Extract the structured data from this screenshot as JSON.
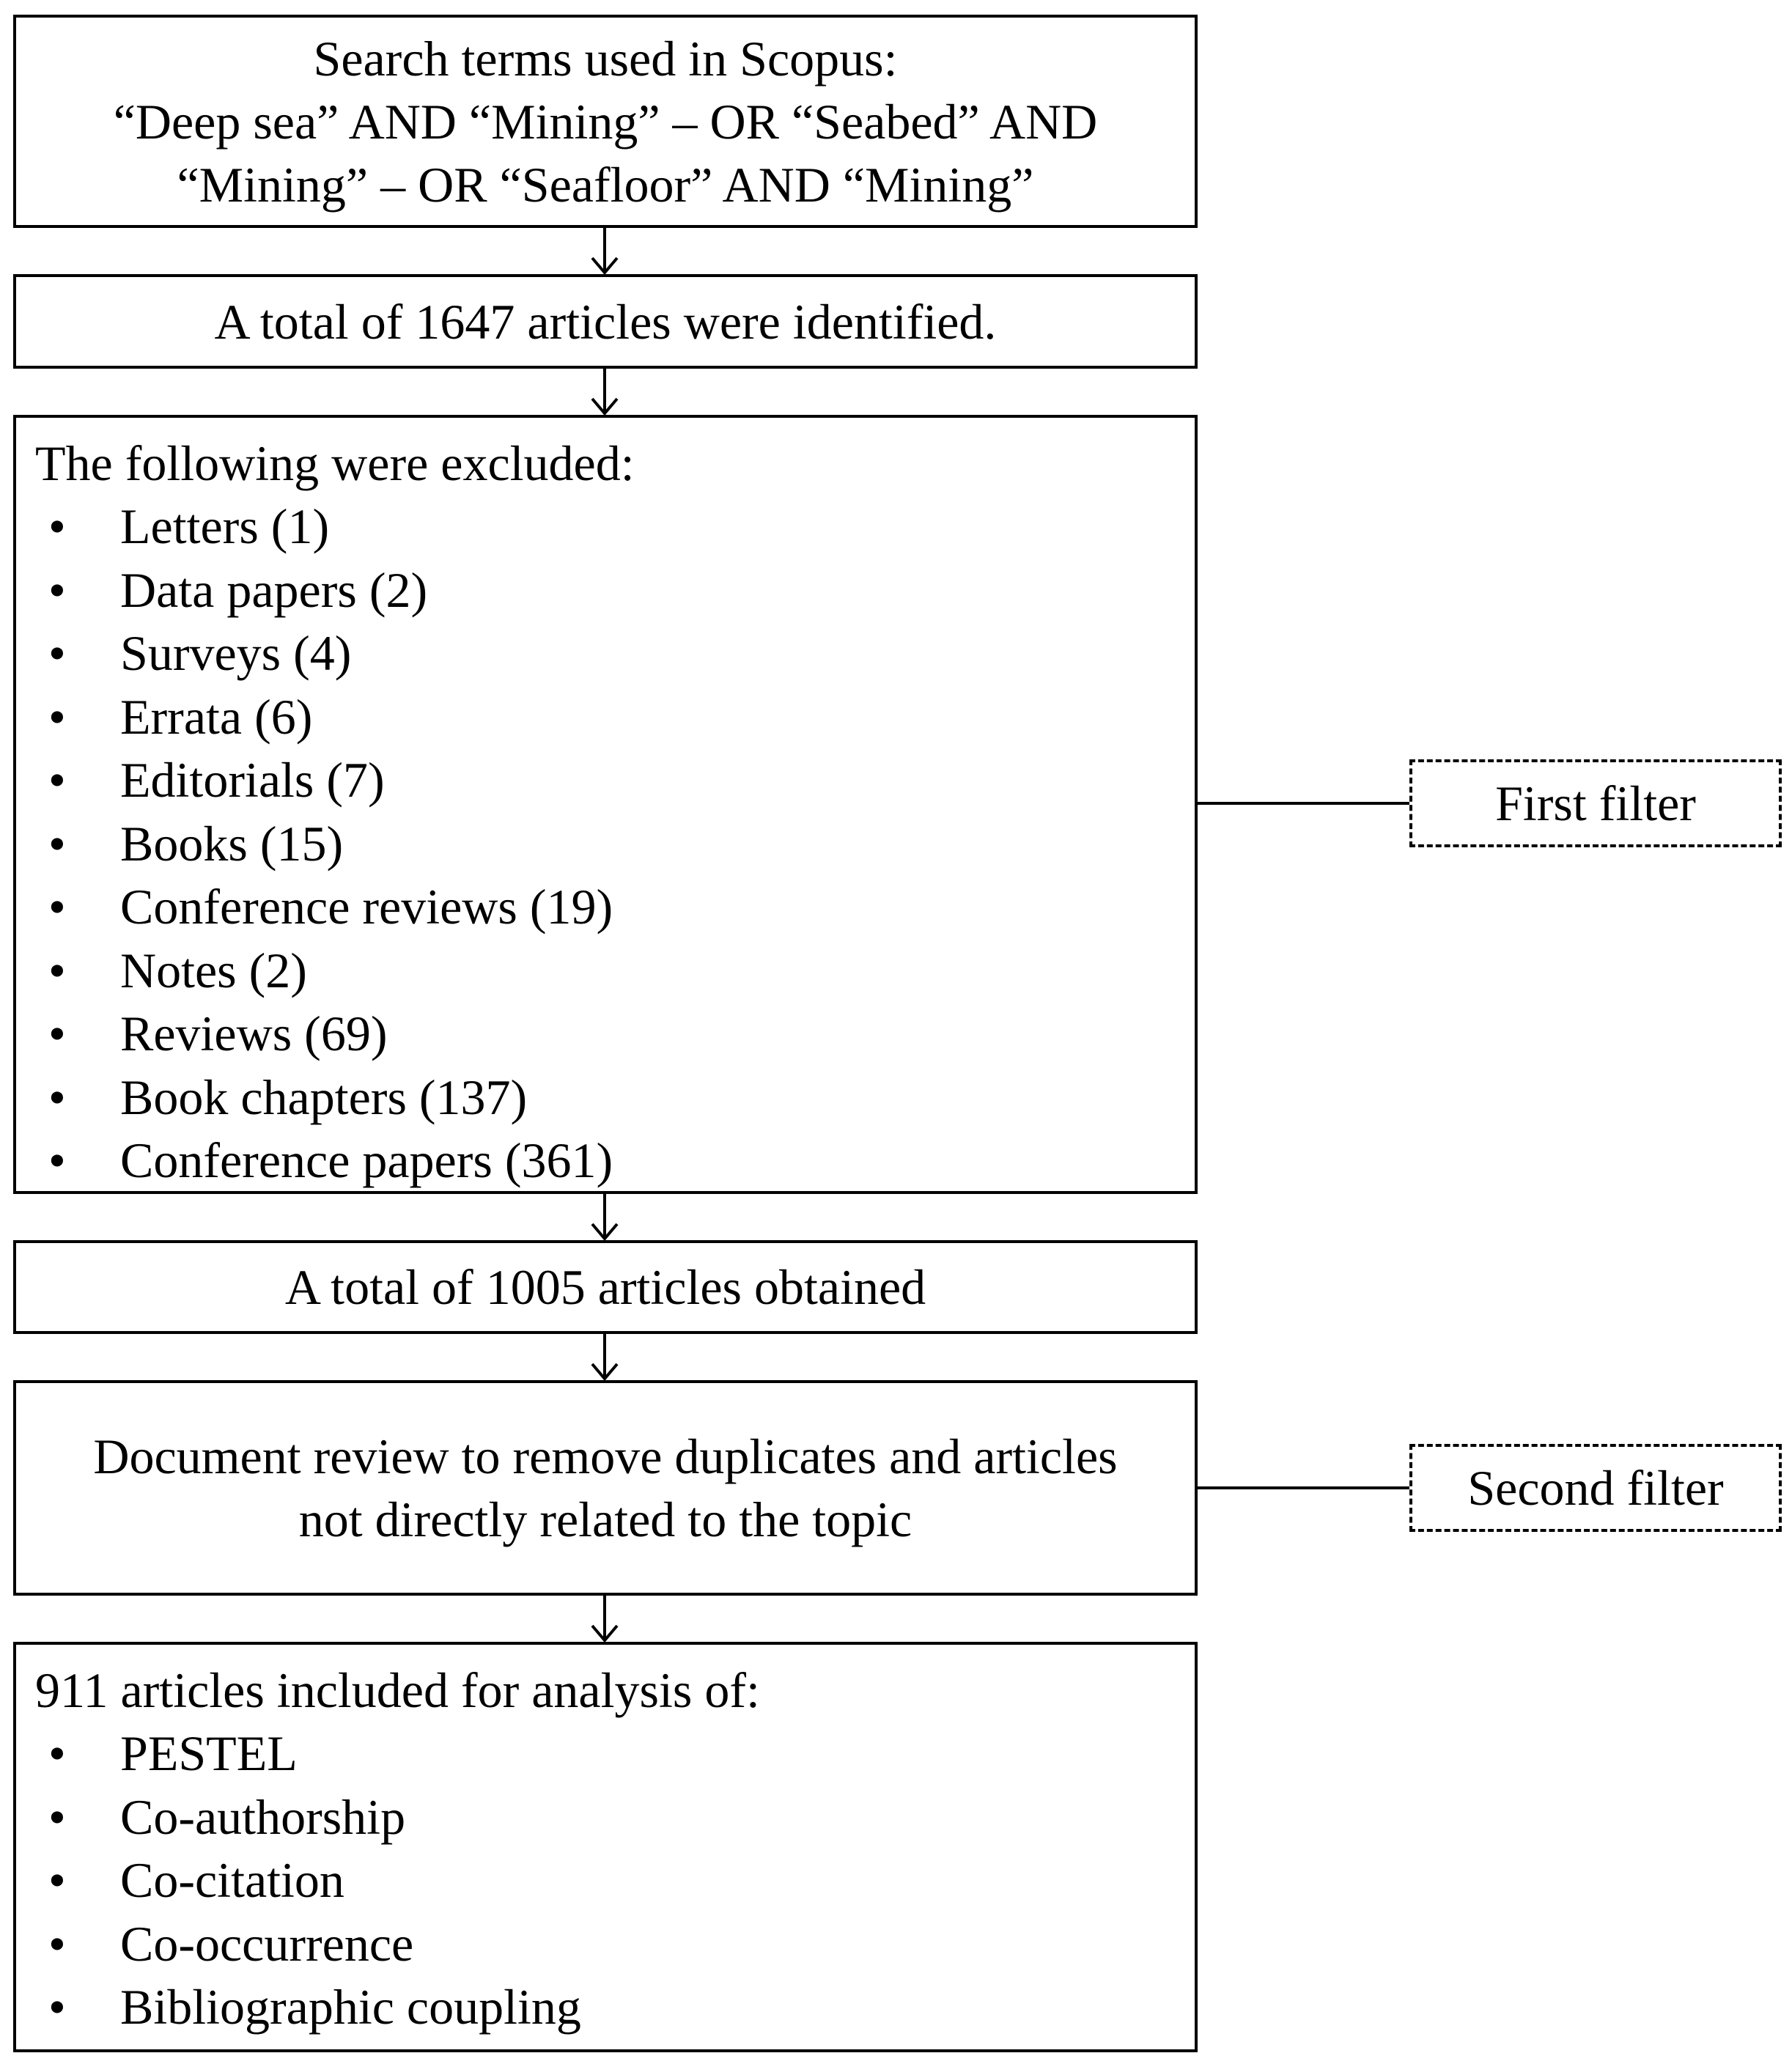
{
  "search_box": {
    "lines": [
      "Search terms used in Scopus:",
      "“Deep sea” AND “Mining” – OR “Seabed” AND",
      "“Mining” – OR “Seafloor” AND “Mining”"
    ]
  },
  "identified_box": {
    "text": "A total of 1647 articles were identified."
  },
  "excluded_box": {
    "title": "The following were excluded:",
    "items": [
      "Letters (1)",
      "Data papers (2)",
      "Surveys (4)",
      "Errata (6)",
      "Editorials (7)",
      "Books (15)",
      "Conference reviews (19)",
      "Notes (2)",
      "Reviews (69)",
      "Book chapters (137)",
      "Conference papers (361)"
    ]
  },
  "obtained_box": {
    "text": "A total of 1005 articles obtained"
  },
  "review_box": {
    "lines": [
      "Document review to remove duplicates and articles",
      "not directly related to the topic"
    ]
  },
  "included_box": {
    "title": "911 articles included for analysis of:",
    "items": [
      "PESTEL",
      "Co-authorship",
      "Co-citation",
      "Co-occurrence",
      "Bibliographic coupling"
    ]
  },
  "first_filter": {
    "label": "First filter"
  },
  "second_filter": {
    "label": "Second filter"
  },
  "bullet_glyph": "•"
}
